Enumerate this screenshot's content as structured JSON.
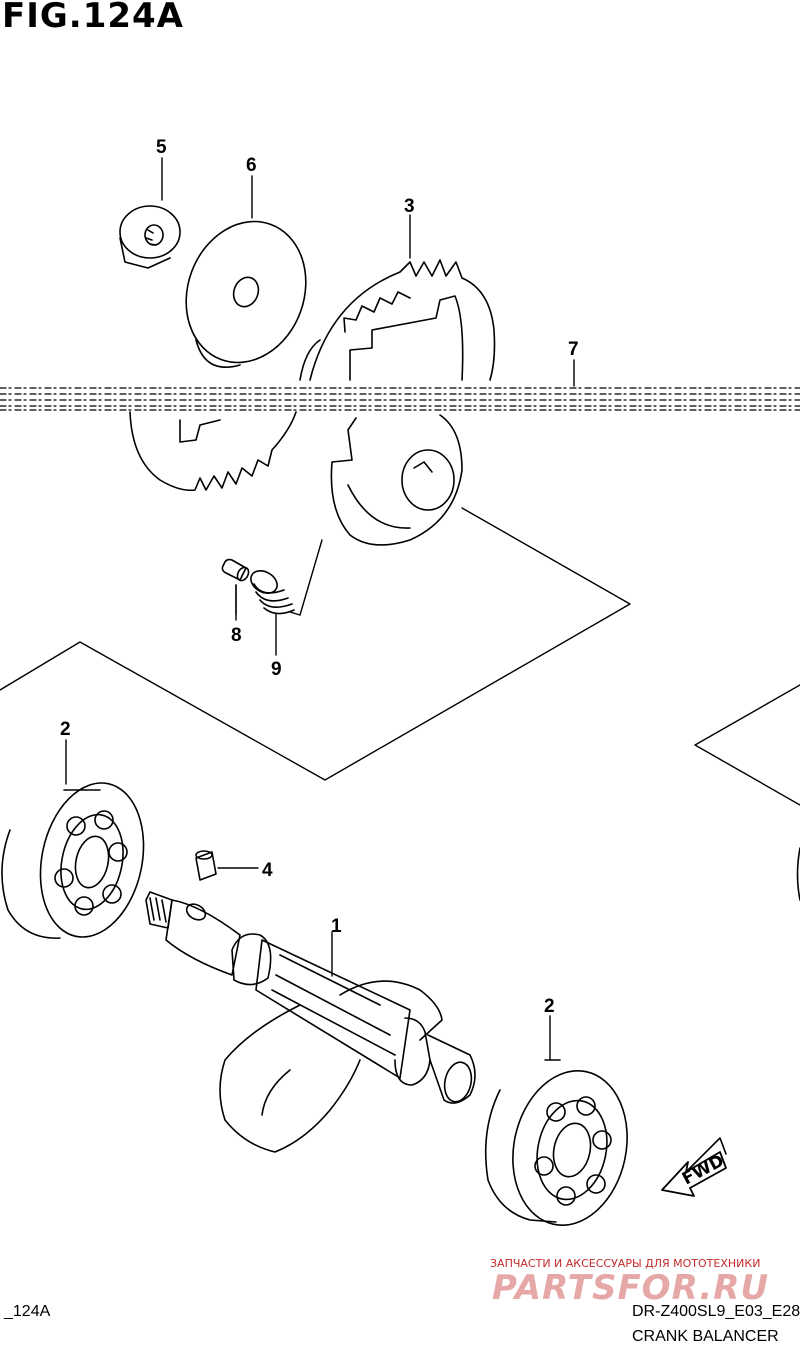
{
  "figure": {
    "title": "FIG.124A",
    "ref_code": "_124A"
  },
  "footer": {
    "model": "DR-Z400SL9_E03_E28_",
    "caption": "CRANK BALANCER"
  },
  "watermark": {
    "tagline": "ЗАПЧАСТИ И АКСЕССУАРЫ ДЛЯ МОТОТЕХНИКИ",
    "logo": "PARTSFOR.RU"
  },
  "direction_badge": {
    "label": "FWD"
  },
  "callouts": [
    "1",
    "2",
    "2",
    "3",
    "4",
    "5",
    "6",
    "7",
    "8",
    "9"
  ],
  "colors": {
    "line": "#000000",
    "background": "#ffffff",
    "watermark": "#c42b2b"
  }
}
